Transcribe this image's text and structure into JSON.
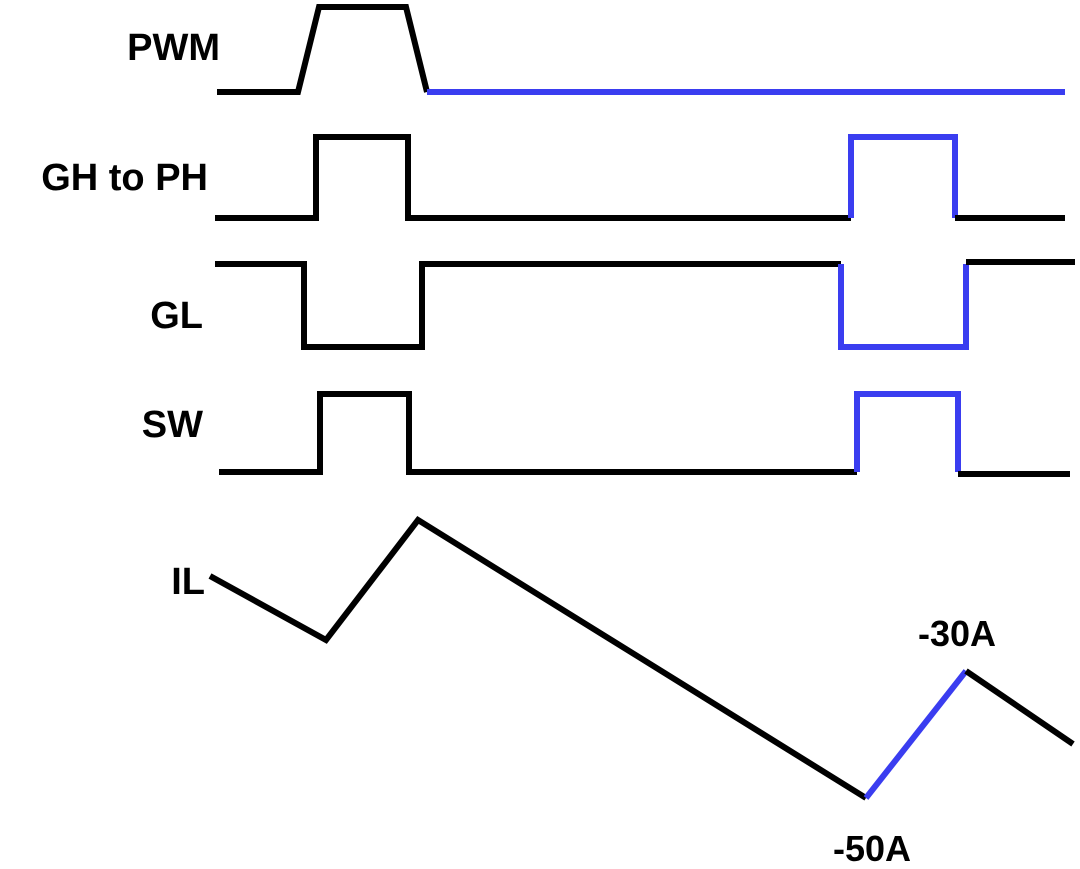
{
  "signals": {
    "pwm": {
      "label": "PWM"
    },
    "gh_to_ph": {
      "label": "GH to PH"
    },
    "gl": {
      "label": "GL"
    },
    "sw": {
      "label": "SW"
    },
    "il": {
      "label": "IL"
    }
  },
  "annotations": {
    "il_peak": "-30A",
    "il_valley": "-50A"
  },
  "colors": {
    "trace": "#000000",
    "highlight": "#3a3df0"
  }
}
